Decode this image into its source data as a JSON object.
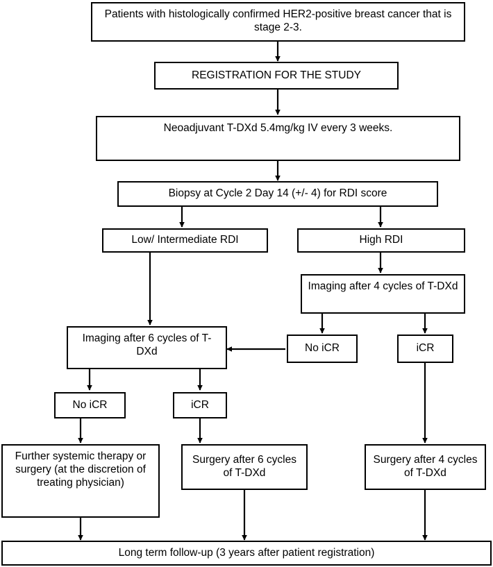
{
  "diagram": {
    "title": "HER2-positive breast cancer neoadjuvant T-DXd trial schema",
    "stroke_color": "#000000",
    "fill_color": "#ffffff",
    "text_color": "#000000"
  },
  "nodes": {
    "eligibility": "Patients with histologically confirmed HER2-positive breast cancer that is stage 2-3.",
    "registration": "REGISTRATION FOR THE STUDY",
    "neoadjuvant": "Neoadjuvant T-DXd 5.4mg/kg IV every 3 weeks.",
    "biopsy": "Biopsy at Cycle 2 Day 14 (+/- 4) for RDI score",
    "rdi_low": "Low/ Intermediate RDI",
    "rdi_high": "High RDI",
    "imaging_4": "Imaging after 4 cycles of T-DXd",
    "imaging_6": "Imaging after 6 cycles of T-DXd",
    "no_icr_right": "No iCR",
    "icr_right": "iCR",
    "no_icr_left": "No iCR",
    "icr_left": "iCR",
    "further_therapy": "Further systemic therapy or surgery (at the discretion of  treating physician)",
    "surgery_6": "Surgery after 6 cycles of T-DXd",
    "surgery_4": "Surgery after 4 cycles of T-DXd",
    "followup": "Long term follow-up (3 years after patient registration)"
  },
  "chart_data": {
    "type": "diagram",
    "title": "Clinical trial flow diagram",
    "flow": [
      {
        "from": "eligibility",
        "to": "registration",
        "direction": "down"
      },
      {
        "from": "registration",
        "to": "neoadjuvant",
        "direction": "down"
      },
      {
        "from": "neoadjuvant",
        "to": "biopsy",
        "direction": "down"
      },
      {
        "from": "biopsy",
        "to": "rdi_low",
        "direction": "down-left"
      },
      {
        "from": "biopsy",
        "to": "rdi_high",
        "direction": "down-right"
      },
      {
        "from": "rdi_low",
        "to": "imaging_6",
        "direction": "down"
      },
      {
        "from": "rdi_high",
        "to": "imaging_4",
        "direction": "down"
      },
      {
        "from": "imaging_4",
        "to": "no_icr_right",
        "direction": "down-left"
      },
      {
        "from": "imaging_4",
        "to": "icr_right",
        "direction": "down-right"
      },
      {
        "from": "no_icr_right",
        "to": "imaging_6",
        "direction": "left"
      },
      {
        "from": "icr_right",
        "to": "surgery_4",
        "direction": "down"
      },
      {
        "from": "imaging_6",
        "to": "no_icr_left",
        "direction": "down-left"
      },
      {
        "from": "imaging_6",
        "to": "icr_left",
        "direction": "down-right"
      },
      {
        "from": "no_icr_left",
        "to": "further_therapy",
        "direction": "down"
      },
      {
        "from": "icr_left",
        "to": "surgery_6",
        "direction": "down"
      },
      {
        "from": "further_therapy",
        "to": "followup",
        "direction": "down"
      },
      {
        "from": "surgery_6",
        "to": "followup",
        "direction": "down"
      },
      {
        "from": "surgery_4",
        "to": "followup",
        "direction": "down"
      }
    ]
  }
}
